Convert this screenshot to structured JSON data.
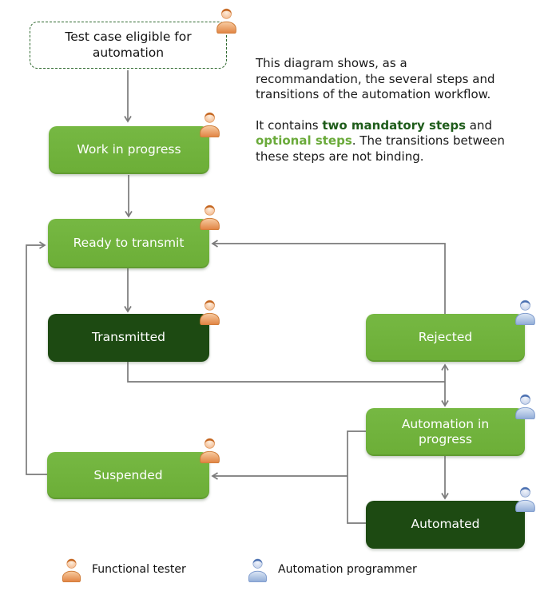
{
  "nodes": {
    "eligible": {
      "label": "Test case eligible for automation",
      "actor": "Functional tester",
      "kind": "start"
    },
    "work_in_progress": {
      "label": "Work in progress",
      "actor": "Functional tester",
      "kind": "optional"
    },
    "ready_to_transmit": {
      "label": "Ready to transmit",
      "actor": "Functional tester",
      "kind": "optional"
    },
    "transmitted": {
      "label": "Transmitted",
      "actor": "Functional tester",
      "kind": "mandatory"
    },
    "rejected": {
      "label": "Rejected",
      "actor": "Automation programmer",
      "kind": "optional"
    },
    "automation_in_progress": {
      "label": "Automation in progress",
      "actor": "Automation programmer",
      "kind": "optional"
    },
    "suspended": {
      "label": "Suspended",
      "actor": "Functional tester",
      "kind": "optional"
    },
    "automated": {
      "label": "Automated",
      "actor": "Automation programmer",
      "kind": "mandatory"
    }
  },
  "description": {
    "paragraph1": "This diagram shows, as a recommandation, the several steps and transitions of the automation workflow.",
    "paragraph2": {
      "prefix": "It contains ",
      "mandatory": "two mandatory steps",
      "middle": " and ",
      "optional": "optional steps",
      "suffix": ". The transitions between these steps are not binding."
    }
  },
  "legend": {
    "functional_tester": "Functional tester",
    "automation_programmer": "Automation programmer"
  },
  "colors": {
    "optional_step_fill": "#6fb23c",
    "mandatory_step_fill": "#1d4a12",
    "start_border": "#2e682e",
    "connector": "#7a7a7a",
    "mandatory_text": "#1e5c1a",
    "optional_text": "#6aaa3a",
    "functional_tester_icon": "#e8935a",
    "automation_programmer_icon": "#9fb6dd"
  }
}
